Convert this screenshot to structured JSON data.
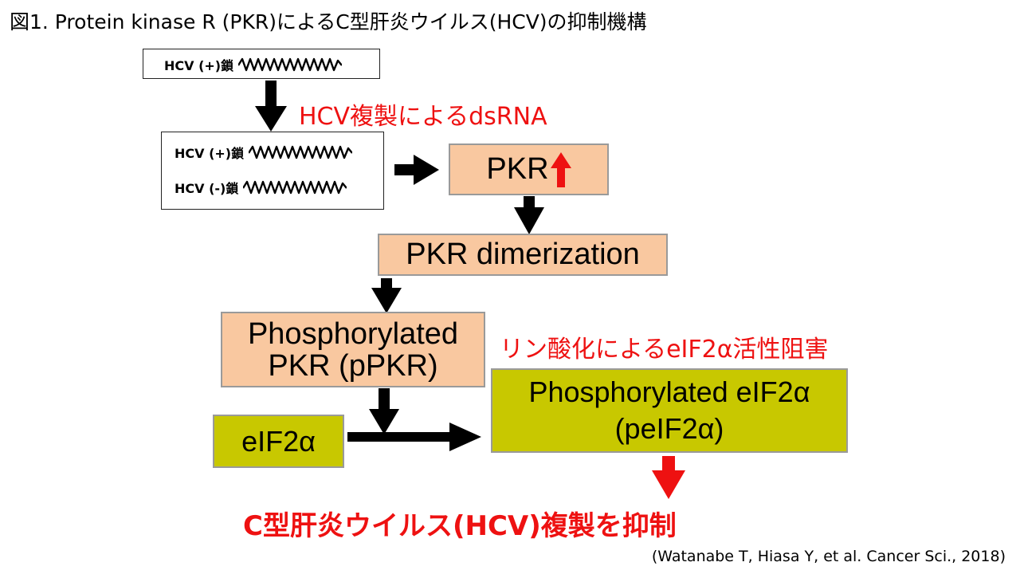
{
  "title": "図1.  Protein kinase R (PKR)によるC型肝炎ウイルス(HCV)の抑制機構",
  "strand_box_top": {
    "label": "HCV (+)鎖"
  },
  "strand_box_pair": {
    "plus_label": "HCV (+)鎖",
    "minus_label": "HCV (-)鎖"
  },
  "dsrna_label": "HCV複製によるdsRNA",
  "pkr_box": {
    "label": "PKR",
    "up_arrow_color": "#ee1111"
  },
  "dimerization_box": {
    "label": "PKR dimerization"
  },
  "pPKR_box": {
    "line1": "Phosphorylated",
    "line2": "PKR (pPKR)"
  },
  "inhibition_label": "リン酸化によるeIF2α活性阻害",
  "eif2a_box": {
    "label": "eIF2α"
  },
  "peif2a_box": {
    "line1": "Phosphorylated eIF2α",
    "line2": "(peIF2α)"
  },
  "conclusion": "C型肝炎ウイルス(HCV)複製を抑制",
  "citation": "(Watanabe T, Hiasa Y, et al. Cancer Sci., 2018)",
  "colors": {
    "peach": "#f9c8a0",
    "olive": "#c8c800",
    "red": "#ee1111",
    "border_gray": "#9a9a9a"
  }
}
